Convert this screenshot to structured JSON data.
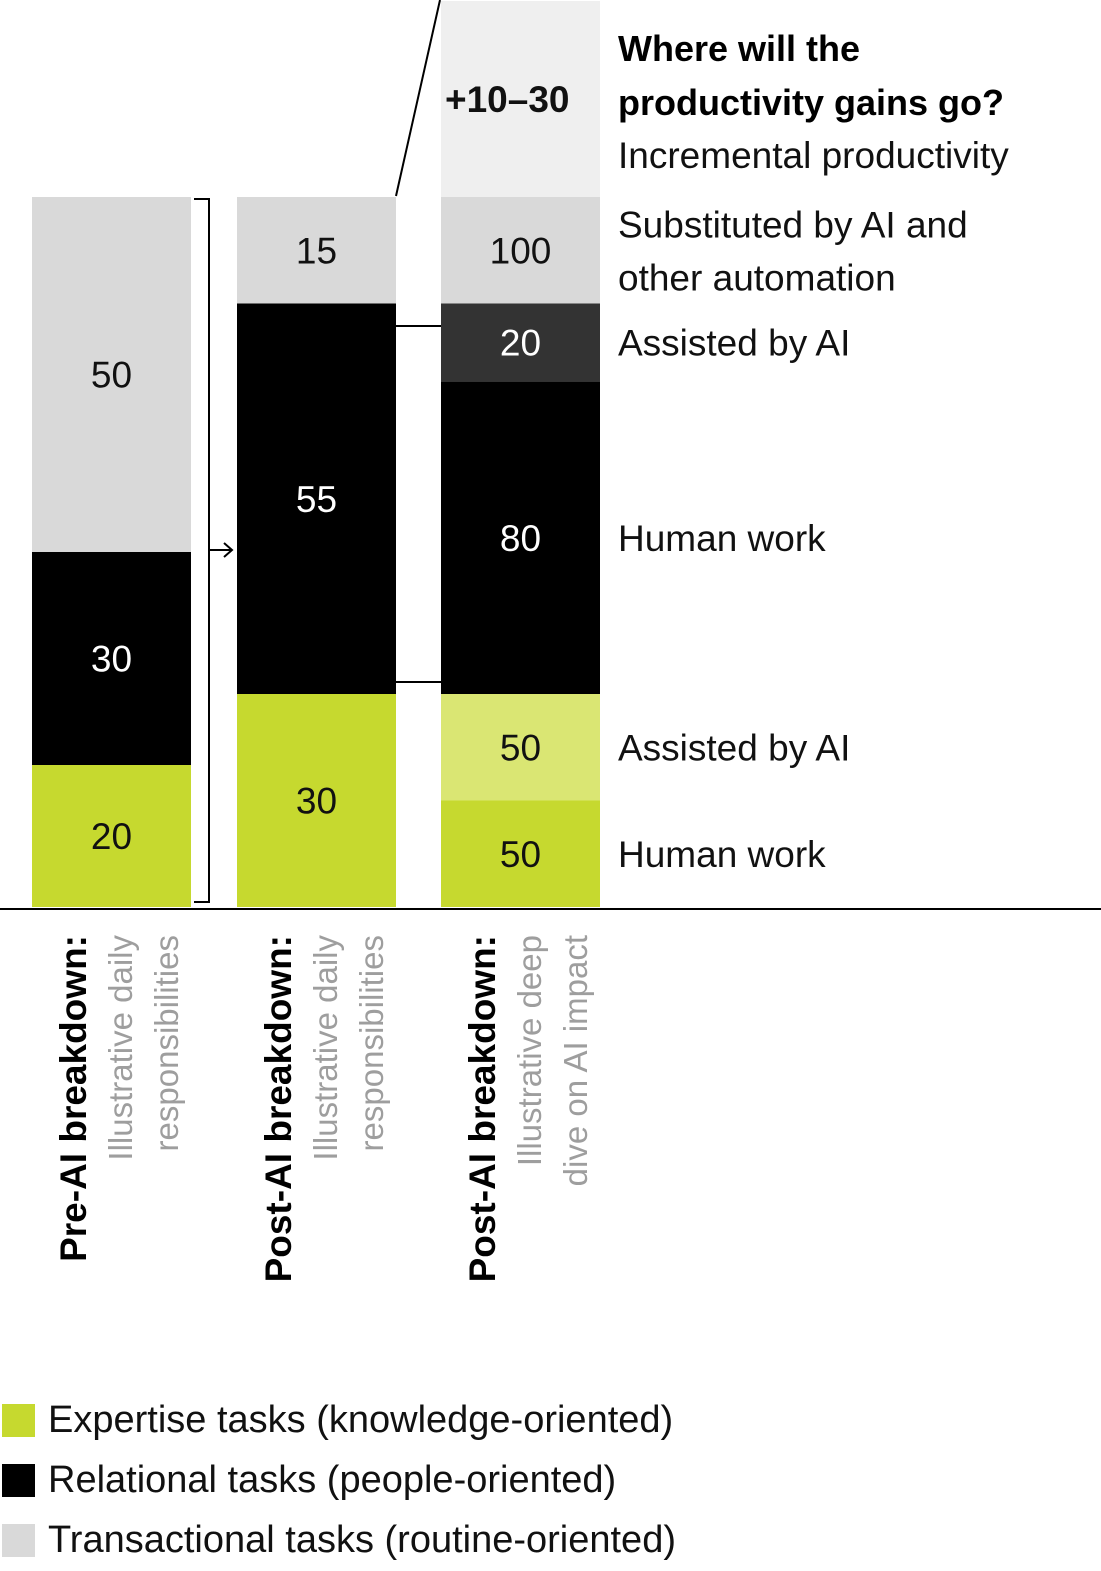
{
  "colors": {
    "expertise": "#c6d92f",
    "expertise_assisted": "#dae673",
    "relational": "#000000",
    "relational_assisted": "#333333",
    "transactional": "#d9d9d9",
    "incremental": "#efefef",
    "subtitle_gray": "#9e9e9e"
  },
  "chart_data": {
    "type": "bar",
    "title": "Where will the productivity gains go?",
    "stacking": "stacked",
    "grid": false,
    "legend_position": "bottom-left",
    "categories": [
      {
        "label": "Pre-AI breakdown:",
        "sublabel": "Illustrative daily responsibilities"
      },
      {
        "label": "Post-AI breakdown:",
        "sublabel": "Illustrative daily responsibilities"
      },
      {
        "label": "Post-AI breakdown:",
        "sublabel": "Illustrative deep dive on AI impact"
      }
    ],
    "series": [
      {
        "name": "Expertise tasks (knowledge-oriented)",
        "values": [
          20,
          30,
          null
        ]
      },
      {
        "name": "Relational tasks (people-oriented)",
        "values": [
          30,
          55,
          null
        ]
      },
      {
        "name": "Transactional tasks (routine-oriented)",
        "values": [
          50,
          15,
          null
        ]
      }
    ],
    "bars": [
      {
        "segments": [
          {
            "value": 20,
            "label": "20",
            "color": "expertise"
          },
          {
            "value": 30,
            "label": "30",
            "color": "relational"
          },
          {
            "value": 50,
            "label": "50",
            "color": "transactional"
          }
        ]
      },
      {
        "segments": [
          {
            "value": 30,
            "label": "30",
            "color": "expertise"
          },
          {
            "value": 55,
            "label": "55",
            "color": "relational"
          },
          {
            "value": 15,
            "label": "15",
            "color": "transactional"
          }
        ]
      },
      {
        "segments": [
          {
            "value": 50,
            "label": "50",
            "color": "expertise",
            "annotation": "Human work"
          },
          {
            "value": 50,
            "label": "50",
            "color": "expertise_assisted",
            "annotation": "Assisted by AI"
          },
          {
            "value": 80,
            "label": "80",
            "color": "relational",
            "annotation": "Human work"
          },
          {
            "value": 20,
            "label": "20",
            "color": "relational_assisted",
            "annotation": "Assisted by AI"
          },
          {
            "value": 100,
            "label": "100",
            "color": "transactional",
            "annotation": "Substituted by AI and other automation"
          },
          {
            "value": "10–30",
            "label": "+10–30",
            "color": "incremental",
            "annotation": "Incremental productivity"
          }
        ]
      }
    ]
  },
  "legend": [
    {
      "label": "Expertise tasks (knowledge-oriented)",
      "color": "expertise"
    },
    {
      "label": "Relational tasks (people-oriented)",
      "color": "relational"
    },
    {
      "label": "Transactional tasks (routine-oriented)",
      "color": "transactional"
    }
  ]
}
